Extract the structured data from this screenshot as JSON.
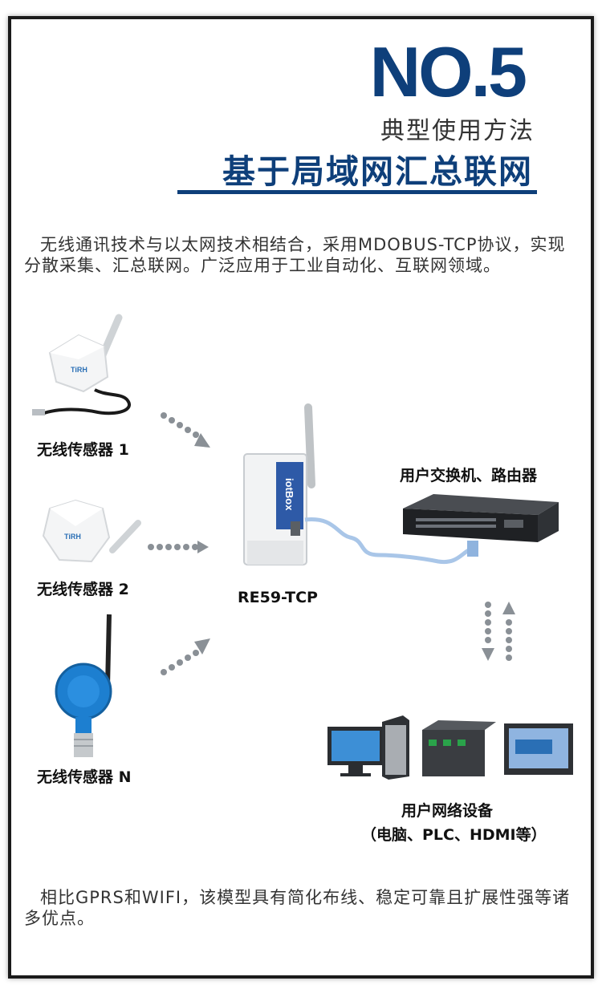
{
  "header": {
    "number": "NO.5",
    "subtitle": "典型使用方法",
    "title": "基于局域网汇总联网"
  },
  "intro": "无线通讯技术与以太网技术相结合，采用MDOBUS-TCP协议，实现分散采集、汇总联网。广泛应用于工业自动化、互联网领域。",
  "sensors": [
    {
      "label": "无线传感器 1",
      "brand": "TiRH"
    },
    {
      "label": "无线传感器 2",
      "brand": "TiRH"
    },
    {
      "label": "无线传感器 N"
    }
  ],
  "gateway": {
    "label": "RE59-TCP",
    "brand": "iotBox"
  },
  "switch": {
    "label": "用户交换机、路由器"
  },
  "devices": {
    "label": "用户网络设备",
    "sublabel": "（电脑、PLC、HDMI等）"
  },
  "outro": "相比GPRS和WIFI，该模型具有简化布线、稳定可靠且扩展性强等诸多优点。",
  "colors": {
    "brand_blue": "#0e3f7a",
    "sensor_blue": "#1d7fd0",
    "arrow_gray": "#8a9096"
  }
}
